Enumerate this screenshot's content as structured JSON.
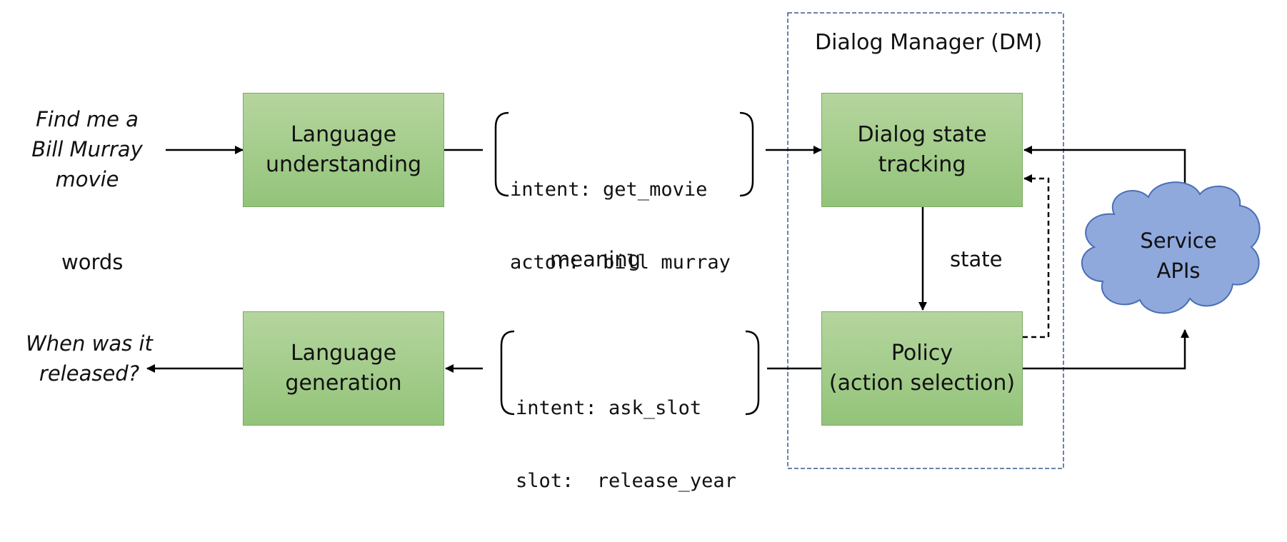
{
  "input_utterance": [
    "Find me a",
    "Bill Murray",
    "movie"
  ],
  "output_utterance": [
    "When was it",
    "released?"
  ],
  "column_labels": {
    "words": "words",
    "meaning": "meaning",
    "state": "state"
  },
  "dm": {
    "title": "Dialog Manager (DM)"
  },
  "boxes": {
    "lu": [
      "Language",
      "understanding"
    ],
    "lg": [
      "Language",
      "generation"
    ],
    "dst": [
      "Dialog state",
      "tracking"
    ],
    "policy": [
      "Policy",
      "(action selection)"
    ]
  },
  "frames": {
    "understanding": [
      "intent: get_movie",
      "actor:  bill murray"
    ],
    "generation": [
      "intent: ask_slot",
      "slot:  release_year"
    ]
  },
  "cloud": [
    "Service",
    "APIs"
  ],
  "colors": {
    "box_fill": "#a7cf8e",
    "box_border": "#7aa862",
    "cloud_fill": "#8fa9dd",
    "cloud_border": "#4a6fb5",
    "dm_border": "#3a5a8c"
  }
}
